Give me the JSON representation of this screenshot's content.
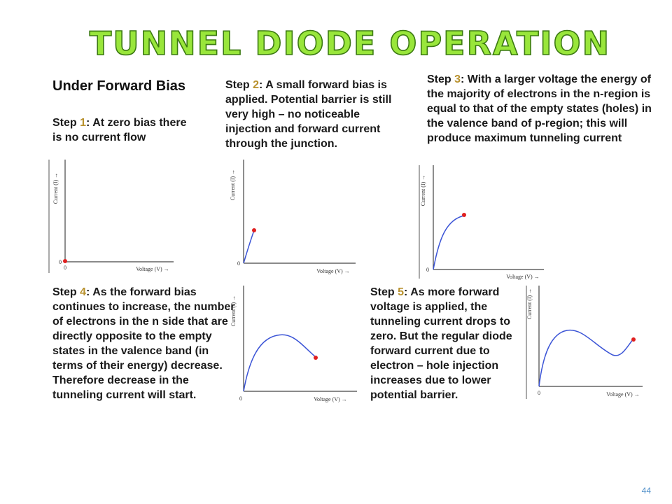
{
  "slide": {
    "title": "TUNNEL DIODE OPERATION",
    "heading": "Under Forward Bias",
    "page_number": "44",
    "colors": {
      "title_fill": "#99e63b",
      "title_stroke": "#3c7a12",
      "step_label": "#b8912d",
      "curve": "#3b54d6",
      "dot": "#e02020"
    }
  },
  "steps": [
    {
      "label": "Step ",
      "num": "1",
      "text": ": At zero bias there is no current flow"
    },
    {
      "label": "Step ",
      "num": "2",
      "text": ": A small forward bias is applied. Potential barrier is still very high – no noticeable injection and forward current through the junction."
    },
    {
      "label": "Step ",
      "num": "3",
      "text": ": With a larger voltage the energy of the majority of electrons in the n-region is equal to that of the empty states (holes) in the valence band of p-region; this will produce maximum tunneling current"
    },
    {
      "label": "Step ",
      "num": "4",
      "text": ": As the forward bias continues to increase, the number of electrons in the n side that are directly opposite to the empty states in the valence band (in terms of their energy) decrease. Therefore decrease in the tunneling current will start."
    },
    {
      "label": "Step ",
      "num": "5",
      "text": ": As more forward voltage is applied, the tunneling current drops to zero. But the regular diode forward current due to electron – hole injection increases due to lower potential barrier."
    }
  ],
  "graphs": {
    "ylabel": "Current (I) →",
    "xlabel": "Voltage (V) →",
    "origin": "0"
  }
}
